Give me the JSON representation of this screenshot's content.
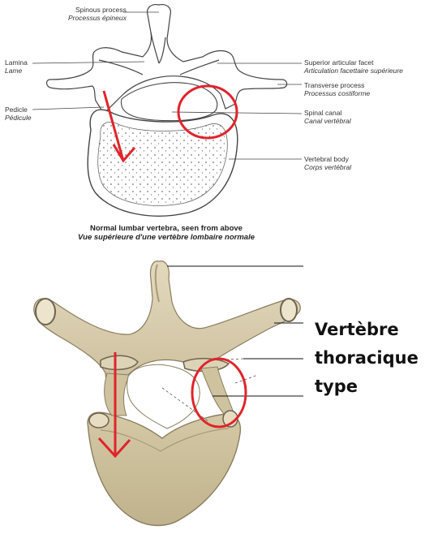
{
  "top_figure": {
    "labels": {
      "spinous_en": "Spinous process",
      "spinous_fr": "Processus épineux",
      "lamina_en": "Lamina",
      "lamina_fr": "Lame",
      "pedicle_en": "Pedicle",
      "pedicle_fr": "Pédicule",
      "sup_facet_en": "Superior articular facet",
      "sup_facet_fr": "Articulation facettaire supérieure",
      "transverse_en": "Transverse process",
      "transverse_fr": "Processus costiforme",
      "canal_en": "Spinal canal",
      "canal_fr": "Canal vertébral",
      "body_en": "Vertebral body",
      "body_fr": "Corps vertébral"
    },
    "caption_en": "Normal lumbar vertebra, seen from above",
    "caption_fr": "Vue supérieure d'une vertèbre lombaire normale"
  },
  "bottom_figure": {
    "title_lines": [
      "Vertèbre",
      "thoracique",
      "type"
    ]
  },
  "colors": {
    "annotation_red": "#e0242a",
    "bone": "#d9ceb0",
    "bone_shadow": "#a89a78",
    "bone_dark": "#6e6450",
    "outline": "#444444"
  }
}
